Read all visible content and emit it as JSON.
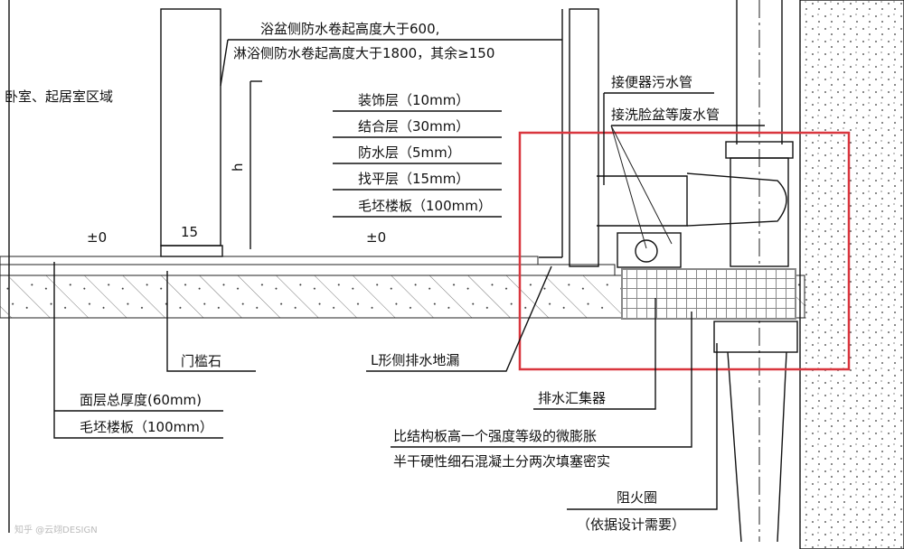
{
  "notes": {
    "waterproof_line1": "浴盆侧防水卷起高度大于600,",
    "waterproof_line2": "淋浴侧防水卷起高度大于1800，其余≥150",
    "room_area": "卧室、起居室区域",
    "height_symbol": "h",
    "level_left": "±0",
    "level_mid": "±0",
    "threshold_dim": "15"
  },
  "layers": [
    "装饰层（10mm）",
    "结合层（30mm）",
    "防水层（5mm）",
    "找平层（15mm）",
    "毛坯楼板（100mm）"
  ],
  "labels": {
    "threshold_stone": "门槛石",
    "finish_thickness": "面层总厚度(60mm)",
    "rough_slab": "毛坯楼板（100mm）",
    "l_drain": "L形侧排水地漏",
    "collector": "排水汇集器",
    "concrete_line1": "比结构板高一个强度等级的微膨胀",
    "concrete_line2": "半干硬性细石混凝土分两次填塞密实",
    "fire_ring": "阻火圈",
    "fire_ring_note": "（依据设计需要）",
    "toilet_pipe": "接便器污水管",
    "basin_pipe": "接洗脸盆等废水管"
  },
  "watermark": "知乎 @云翊DESIGN",
  "colors": {
    "highlight": "#d9363e",
    "line": "#111111"
  }
}
